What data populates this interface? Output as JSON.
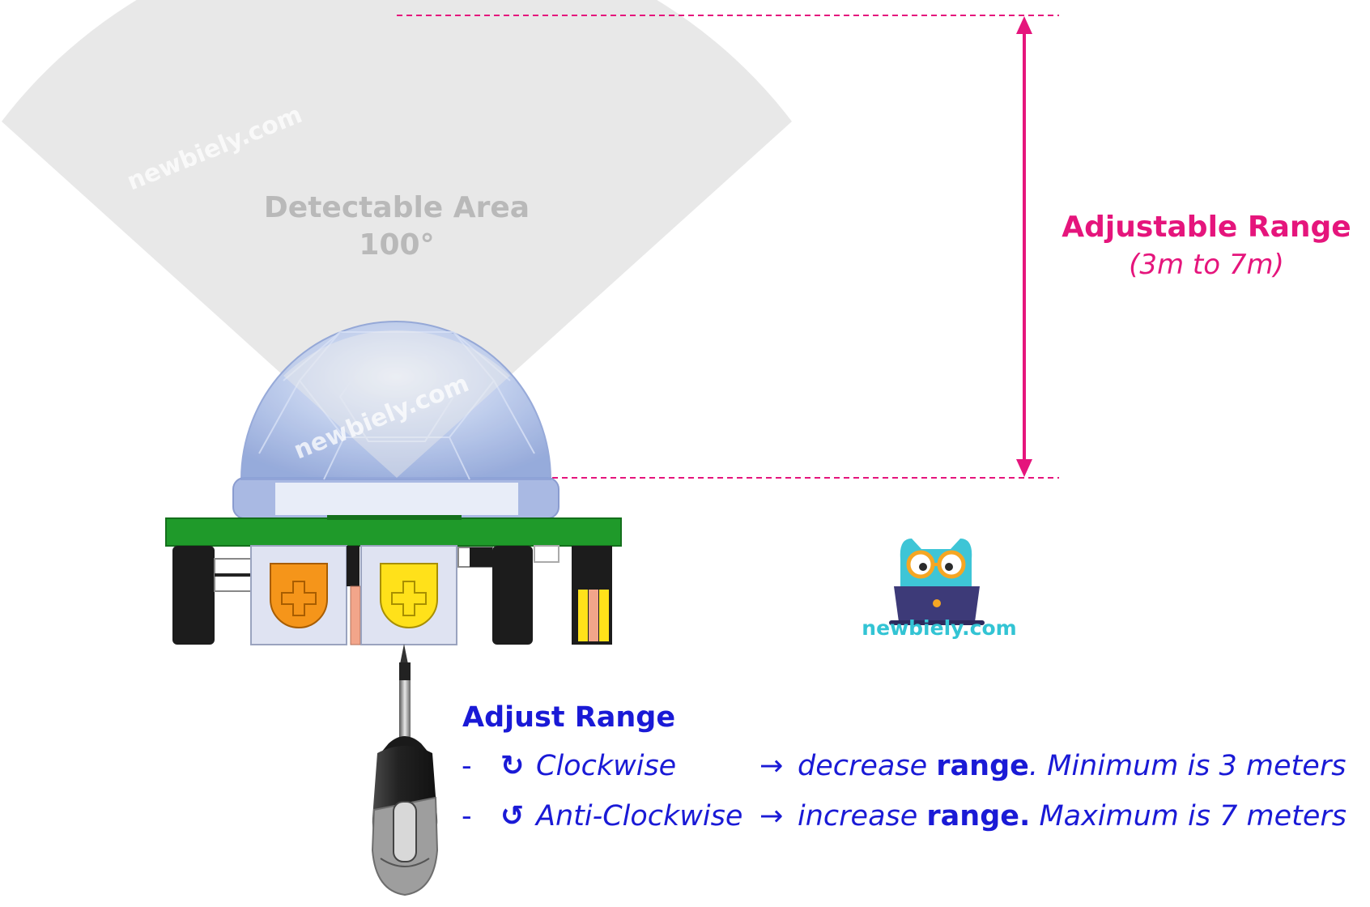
{
  "detectable_area": {
    "label": "Detectable Area",
    "angle": "100°"
  },
  "adjustable_range": {
    "title": "Adjustable Range",
    "subtitle": "(3m to 7m)"
  },
  "brand": {
    "name": "newbiely.com",
    "watermark": "newbiely.com"
  },
  "adjust": {
    "heading": "Adjust Range",
    "steps": [
      {
        "bullet": "-",
        "symbol": "↻",
        "direction": "Clockwise",
        "arrow": "→",
        "action": "decrease",
        "keyword": "range",
        "detail": ". Minimum  is 3 meters"
      },
      {
        "bullet": "-",
        "symbol": "↺",
        "direction": "Anti-Clockwise",
        "arrow": "→",
        "action": "increase ",
        "keyword": "range.",
        "detail": " Maximum is 7 meters"
      }
    ]
  },
  "colors": {
    "range_accent": "#e5157c",
    "instruction_text": "#1a1ad6",
    "brand": "#33c4d4",
    "pcb": "#1f9a2a",
    "pot_orange": "#f5951a",
    "pot_yellow": "#ffe11a",
    "area_fill": "#e6e6e6"
  },
  "icons": [
    "pir-sensor-icon",
    "screwdriver-icon",
    "owl-laptop-logo-icon"
  ]
}
